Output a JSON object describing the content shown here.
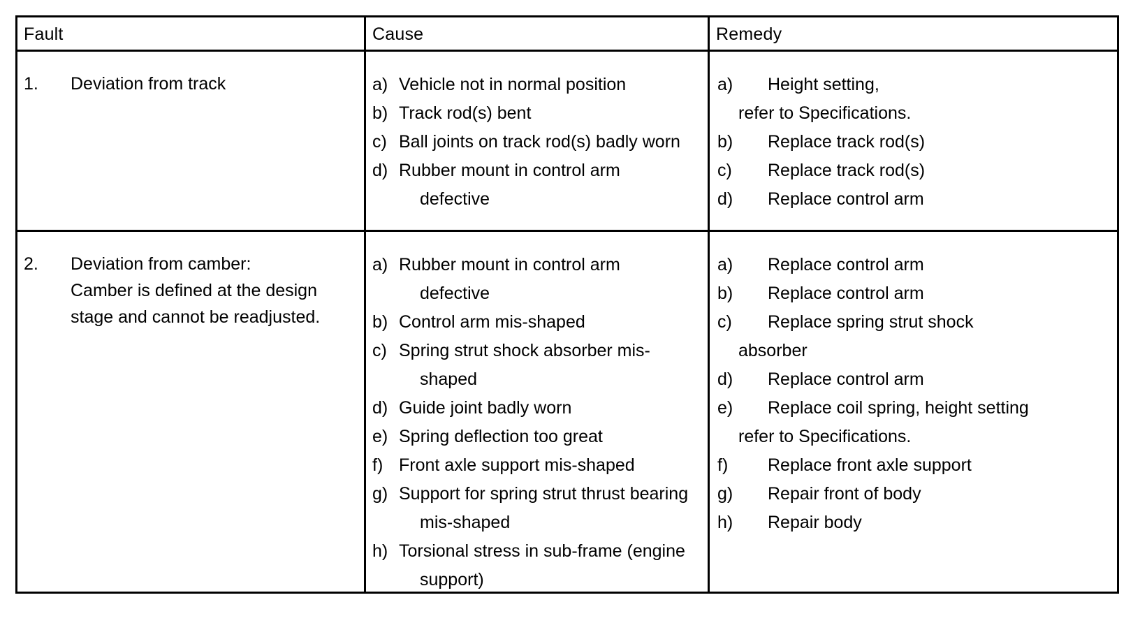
{
  "table": {
    "headers": {
      "fault": "Fault",
      "cause": "Cause",
      "remedy": "Remedy"
    },
    "rows": [
      {
        "fault": {
          "number": "1.",
          "title": "Deviation from track",
          "continuation": []
        },
        "causes": [
          {
            "marker": "a)",
            "text": "Vehicle not in normal position",
            "continuation": []
          },
          {
            "marker": "b)",
            "text": "Track rod(s) bent",
            "continuation": []
          },
          {
            "marker": "c)",
            "text": "Ball joints on track rod(s) badly worn",
            "continuation": []
          },
          {
            "marker": "d)",
            "text": "Rubber mount in control arm",
            "continuation": [
              "defective"
            ]
          }
        ],
        "remedies": [
          {
            "marker": "a)",
            "text": "Height setting,",
            "continuation": [
              "refer to Specifications."
            ]
          },
          {
            "marker": "b)",
            "text": "Replace track rod(s)",
            "continuation": []
          },
          {
            "marker": "c)",
            "text": "Replace track rod(s)",
            "continuation": []
          },
          {
            "marker": "d)",
            "text": "Replace control arm",
            "continuation": []
          }
        ]
      },
      {
        "fault": {
          "number": "2.",
          "title": "Deviation from camber:",
          "continuation": [
            "Camber is defined at the design",
            "stage and cannot be readjusted."
          ]
        },
        "causes": [
          {
            "marker": "a)",
            "text": "Rubber mount in control arm",
            "continuation": [
              "defective"
            ]
          },
          {
            "marker": "b)",
            "text": "Control arm mis-shaped",
            "continuation": []
          },
          {
            "marker": "c)",
            "text": "Spring strut shock absorber mis-",
            "continuation": [
              "shaped"
            ]
          },
          {
            "marker": "d)",
            "text": "Guide joint badly worn",
            "continuation": []
          },
          {
            "marker": "e)",
            "text": "Spring deflection too great",
            "continuation": []
          },
          {
            "marker": "f)",
            "text": "Front axle support mis-shaped",
            "continuation": []
          },
          {
            "marker": "g)",
            "text": "Support for spring strut thrust bearing",
            "continuation": [
              "mis-shaped"
            ]
          },
          {
            "marker": "h)",
            "text": "Torsional stress in sub-frame (engine",
            "continuation": [
              "support)"
            ]
          }
        ],
        "remedies": [
          {
            "marker": "a)",
            "text": "Replace control arm",
            "continuation": []
          },
          {
            "marker": "b)",
            "text": "Replace control arm",
            "continuation": []
          },
          {
            "marker": "c)",
            "text": "Replace spring strut shock",
            "continuation": [
              "absorber"
            ]
          },
          {
            "marker": "d)",
            "text": "Replace control arm",
            "continuation": []
          },
          {
            "marker": "e)",
            "text": "Replace coil spring, height setting",
            "continuation": [
              "refer to Specifications."
            ]
          },
          {
            "marker": "f)",
            "text": "Replace front axle support",
            "continuation": []
          },
          {
            "marker": "g)",
            "text": "Repair front of body",
            "continuation": []
          },
          {
            "marker": "h)",
            "text": "Repair body",
            "continuation": []
          }
        ]
      }
    ]
  }
}
